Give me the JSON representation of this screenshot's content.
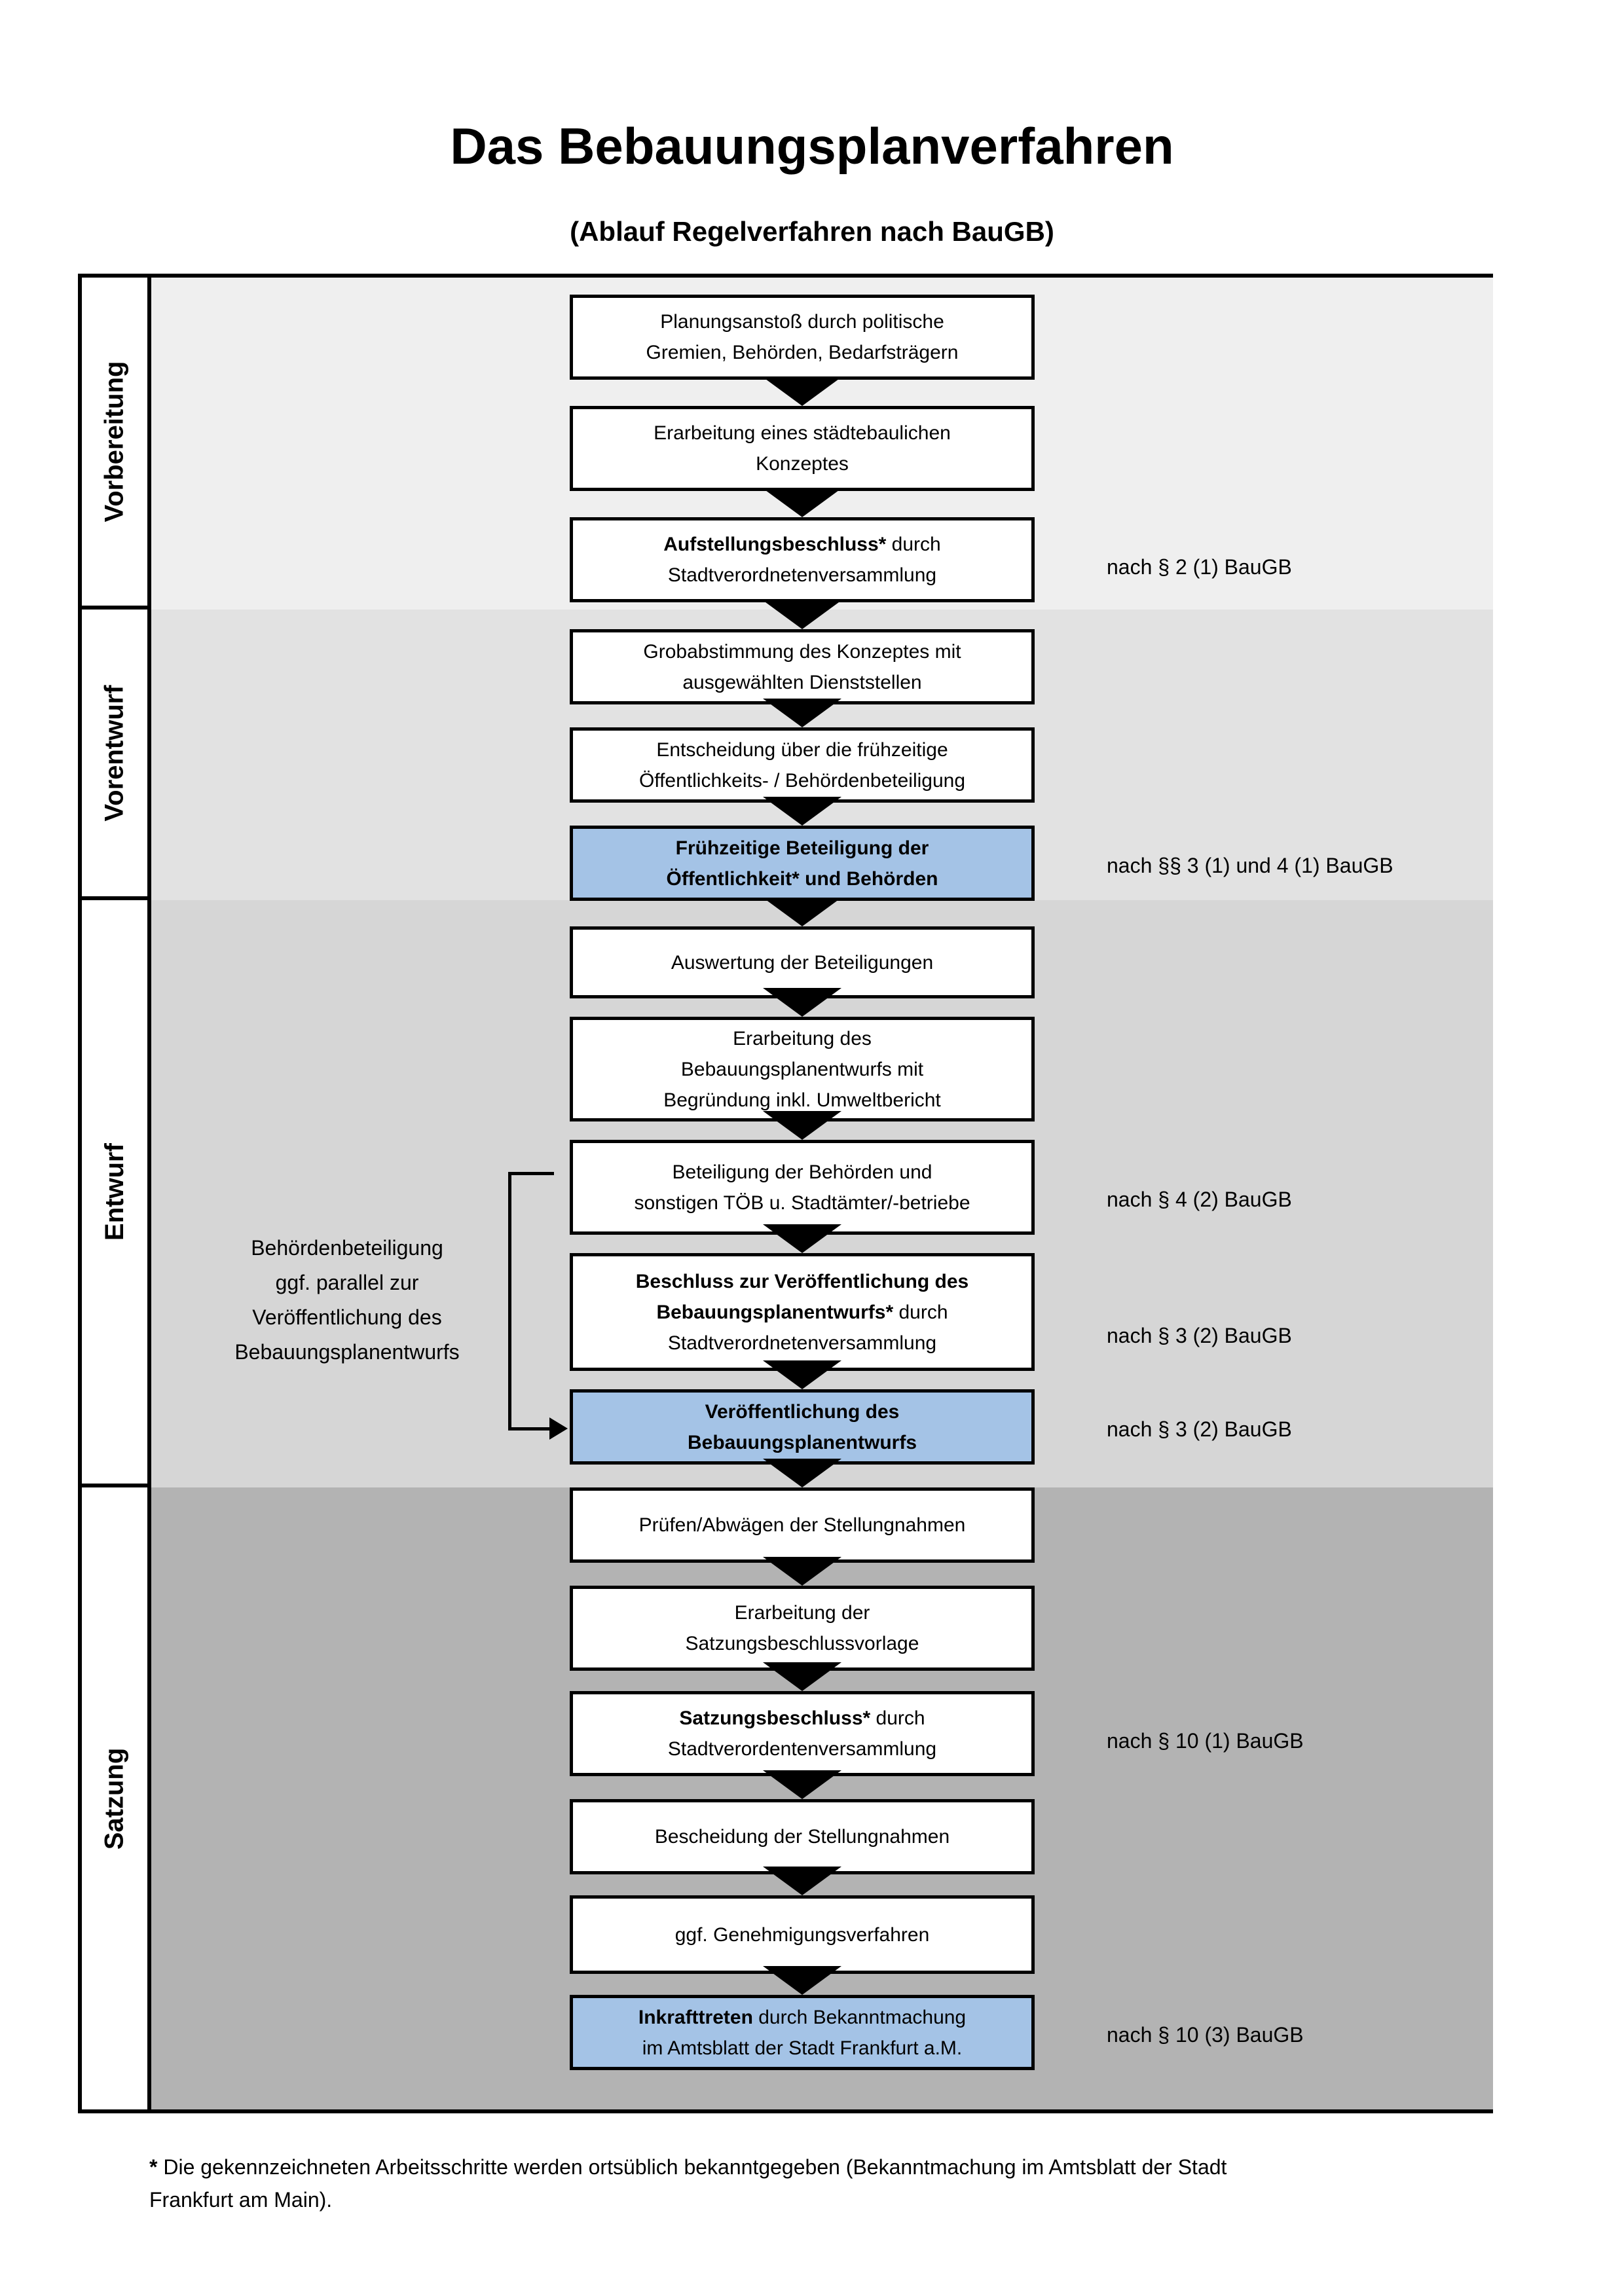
{
  "title": "Das Bebauungsplanverfahren",
  "subtitle": "(Ablauf Regelverfahren nach BauGB)",
  "colors": {
    "highlight_blue": "#a4c3e6",
    "section_vorbereitung": "#efefef",
    "section_vorentwurf": "#e2e2e2",
    "section_entwurf": "#d6d6d6",
    "section_satzung": "#b3b3b3"
  },
  "sections": [
    {
      "label": "Vorbereitung"
    },
    {
      "label": "Vorentwurf"
    },
    {
      "label": "Entwurf"
    },
    {
      "label": "Satzung"
    }
  ],
  "boxes": [
    {
      "bold": "",
      "text": "Planungsanstoß durch politische\nGremien, Behörden, Bedarfsträgern",
      "note": ""
    },
    {
      "bold": "",
      "text": "Erarbeitung eines städtebaulichen\nKonzeptes",
      "note": ""
    },
    {
      "bold": "Aufstellungsbeschluss*",
      "text": " durch\nStadtverordnetenversammlung",
      "note": "nach § 2 (1) BauGB"
    },
    {
      "bold": "",
      "text": "Grobabstimmung des Konzeptes mit\nausgewählten Dienststellen",
      "note": ""
    },
    {
      "bold": "",
      "text": "Entscheidung über die frühzeitige\nÖffentlichkeits- / Behördenbeteiligung",
      "note": ""
    },
    {
      "bold": "Frühzeitige Beteiligung der\nÖffentlichkeit* und Behörden",
      "text": "",
      "note": "nach §§ 3 (1) und 4 (1) BauGB"
    },
    {
      "bold": "",
      "text": "Auswertung der Beteiligungen",
      "note": ""
    },
    {
      "bold": "",
      "text": "Erarbeitung des\nBebauungsplanentwurfs mit\nBegründung inkl. Umweltbericht",
      "note": ""
    },
    {
      "bold": "",
      "text": "Beteiligung der Behörden und\nsonstigen TÖB u. Stadtämter/-betriebe",
      "note": "nach § 4 (2) BauGB"
    },
    {
      "bold": "Beschluss zur Veröffentlichung des\nBebauungsplanentwurfs*",
      "text": " durch\nStadtverordnetenversammlung",
      "note": "nach § 3 (2) BauGB"
    },
    {
      "bold": "Veröffentlichung des\nBebauungsplanentwurfs",
      "text": "",
      "note": "nach § 3 (2) BauGB"
    },
    {
      "bold": "",
      "text": "Prüfen/Abwägen der Stellungnahmen",
      "note": ""
    },
    {
      "bold": "",
      "text": "Erarbeitung der\nSatzungsbeschlussvorlage",
      "note": ""
    },
    {
      "bold": "Satzungsbeschluss*",
      "text": " durch\nStadtverordentenversammlung",
      "note": "nach § 10 (1) BauGB"
    },
    {
      "bold": "",
      "text": "Bescheidung der Stellungnahmen",
      "note": ""
    },
    {
      "bold": "",
      "text": "ggf. Genehmigungsverfahren",
      "note": ""
    },
    {
      "bold": "Inkrafttreten",
      "text": " durch Bekanntmachung\nim Amtsblatt der Stadt Frankfurt a.M.",
      "note": "nach § 10 (3) BauGB"
    }
  ],
  "side_note": "Behördenbeteiligung\nggf. parallel zur\nVeröffentlichung des\nBebauungsplanentwurfs",
  "footnote": {
    "marker": "*",
    "text": " Die gekennzeichneten Arbeitsschritte werden ortsüblich bekanntgegeben (Bekanntmachung im Amtsblatt  der Stadt\nFrankfurt am Main)."
  }
}
